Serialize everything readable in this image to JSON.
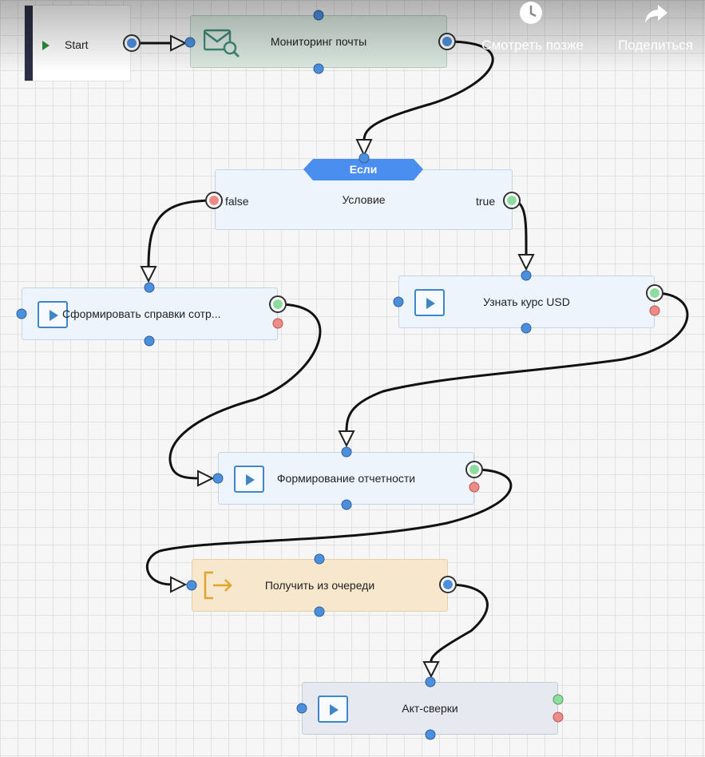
{
  "start": {
    "label": "Start"
  },
  "nodes": {
    "mail": {
      "title": "Мониторинг почты",
      "icon": "mail-search-icon"
    },
    "condition": {
      "badge": "Если",
      "title": "Условие",
      "false_label": "false",
      "true_label": "true"
    },
    "certificates": {
      "title": "Сформировать справки сотр...",
      "icon": "play-icon"
    },
    "usd": {
      "title": "Узнать курс USD",
      "icon": "play-icon"
    },
    "reporting": {
      "title": "Формирование отчетности",
      "icon": "play-icon"
    },
    "queue": {
      "title": "Получить из очереди",
      "icon": "queue-exit-icon"
    },
    "reconciliation": {
      "title": "Акт-сверки",
      "icon": "play-icon"
    }
  },
  "overlay": {
    "watch_later": "Смотреть позже",
    "share": "Поделиться"
  },
  "colors": {
    "port_blue": "#4c8fdc",
    "port_green": "#8edca0",
    "port_red": "#ef8b87",
    "badge_blue": "#4a8ef0",
    "wire": "#111111"
  }
}
